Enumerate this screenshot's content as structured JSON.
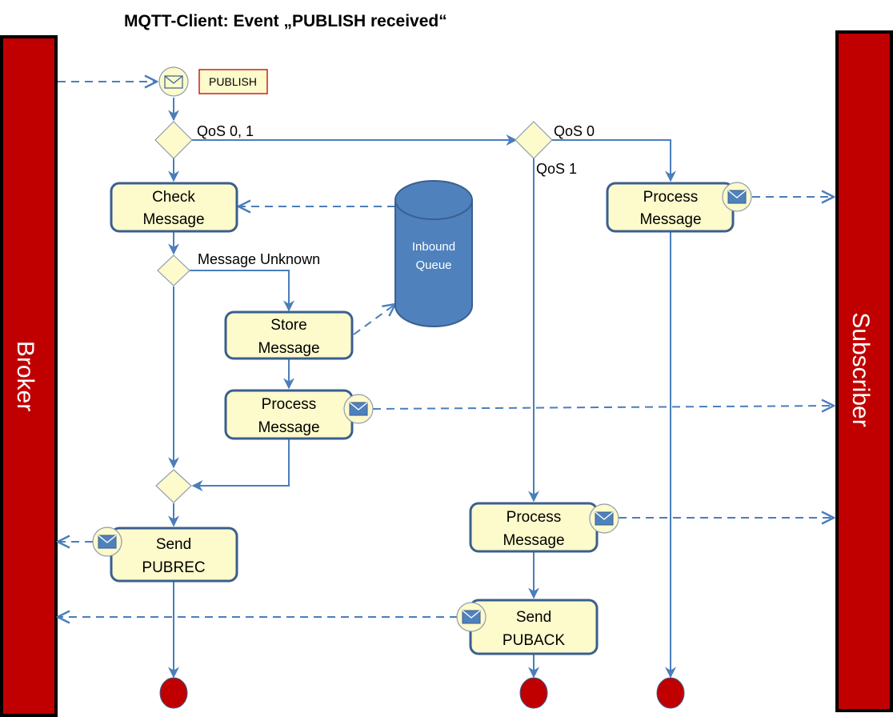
{
  "title": "MQTT-Client: Event „PUBLISH received“",
  "lanes": {
    "left": "Broker",
    "right": "Subscriber"
  },
  "start_event": {
    "icon": "envelope-icon",
    "annotation": "PUBLISH"
  },
  "gateways": {
    "qos_split_label": "QoS 0, 1",
    "qos_second_top_label": "QoS 0",
    "qos_second_bottom_label": "QoS 1",
    "unknown_label": "Message Unknown"
  },
  "tasks": {
    "check": [
      "Check",
      "Message"
    ],
    "store": [
      "Store",
      "Message"
    ],
    "process_mid": [
      "Process",
      "Message"
    ],
    "send_pubrec": [
      "Send",
      "PUBREC"
    ],
    "process_qos0": [
      "Process",
      "Message"
    ],
    "process_qos1": [
      "Process",
      "Message"
    ],
    "send_puback": [
      "Send",
      "PUBACK"
    ]
  },
  "data_store": [
    "Inbound",
    "Queue"
  ],
  "colors": {
    "lane": "#c00000",
    "flow": "#4a7ebb",
    "task_fill": "#fdfacb",
    "task_stroke": "#3a5f8f",
    "store_fill": "#4f81bd",
    "end_event": "#c00000"
  }
}
